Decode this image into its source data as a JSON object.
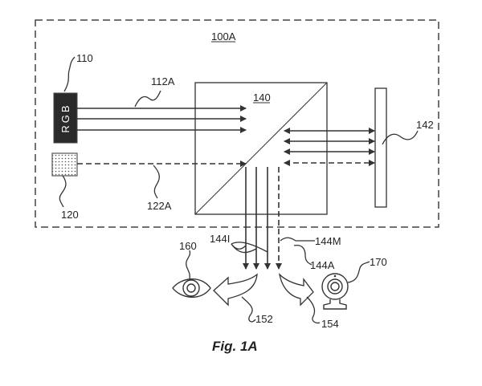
{
  "figure": {
    "caption": "Fig. 1A",
    "system_label": "100A",
    "components": {
      "rgb_source": {
        "ref": "110",
        "text": "RGB"
      },
      "ir_source": {
        "ref": "120"
      },
      "beam_splitter": {
        "ref": "140"
      },
      "reflector": {
        "ref": "142"
      },
      "eye": {
        "ref": "160"
      },
      "camera": {
        "ref": "170"
      }
    },
    "beams": {
      "rgb_beam": "112A",
      "ir_beam": "122A",
      "image_beams": "144I",
      "measurement_beam": "144M",
      "combined": "144A"
    },
    "paths": {
      "to_eye": "152",
      "to_camera": "154"
    }
  }
}
